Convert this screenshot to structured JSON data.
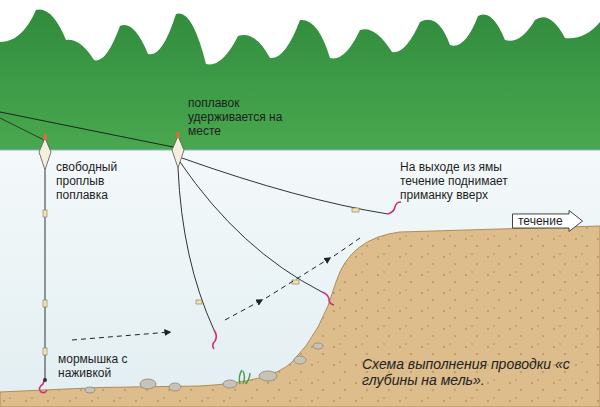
{
  "diagram": {
    "caption": "Схема выполнения проводки «с глубины на мель».",
    "nodes": [
      {
        "text": [
          "течение"
        ]
      }
    ],
    "labels": [
      "поплавок удерживается на месте",
      "свободный проплыв поплавка",
      "На выходе из ямы течение поднимает приманку вверх",
      "мормышка с наживкой"
    ]
  }
}
